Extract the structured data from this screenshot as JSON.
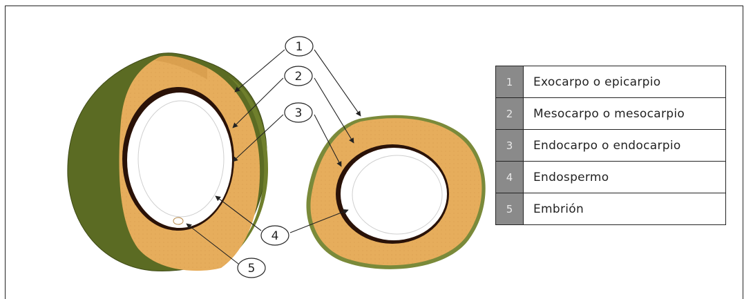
{
  "callouts": [
    "1",
    "2",
    "3",
    "4",
    "5"
  ],
  "legend": [
    {
      "num": "1",
      "label": "Exocarpo o epicarpio"
    },
    {
      "num": "2",
      "label": "Mesocarpo o mesocarpio"
    },
    {
      "num": "3",
      "label": "Endocarpo o endocarpio"
    },
    {
      "num": "4",
      "label": "Endospermo"
    },
    {
      "num": "5",
      "label": "Embrión"
    }
  ],
  "colors": {
    "exocarp": "#5b6b23",
    "mesocarp": "#e6ad5c",
    "endocarp": "#2a1208",
    "endosperm": "#ffffff",
    "legend_number_bg": "#8a8a8a"
  }
}
